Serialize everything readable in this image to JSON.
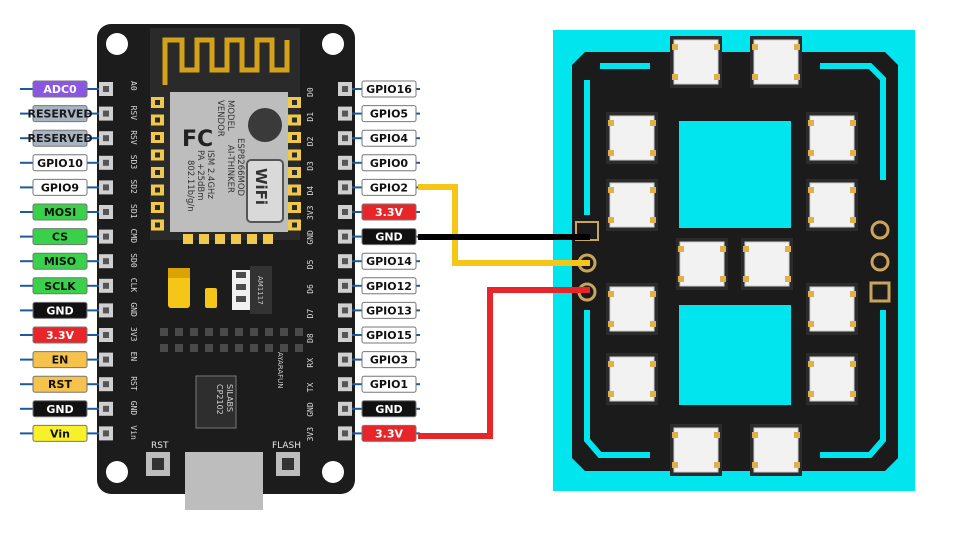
{
  "board": {
    "left_pins": [
      {
        "label": "ADC0",
        "silk": "A0",
        "bg": "#8a56e2",
        "fg": "#ffffff"
      },
      {
        "label": "RESERVED",
        "silk": "RSV",
        "bg": "#a9b4c2",
        "fg": "#1a1a1a"
      },
      {
        "label": "RESERVED",
        "silk": "RSV",
        "bg": "#a9b4c2",
        "fg": "#1a1a1a"
      },
      {
        "label": "GPIO10",
        "silk": "SD3",
        "bg": "#ffffff",
        "fg": "#111111"
      },
      {
        "label": "GPIO9",
        "silk": "SD2",
        "bg": "#ffffff",
        "fg": "#111111"
      },
      {
        "label": "MOSI",
        "silk": "SD1",
        "bg": "#39d14a",
        "fg": "#111111"
      },
      {
        "label": "CS",
        "silk": "CMD",
        "bg": "#39d14a",
        "fg": "#111111"
      },
      {
        "label": "MISO",
        "silk": "SD0",
        "bg": "#39d14a",
        "fg": "#111111"
      },
      {
        "label": "SCLK",
        "silk": "CLK",
        "bg": "#39d14a",
        "fg": "#111111"
      },
      {
        "label": "GND",
        "silk": "GND",
        "bg": "#111111",
        "fg": "#ffffff"
      },
      {
        "label": "3.3V",
        "silk": "3V3",
        "bg": "#e8262a",
        "fg": "#ffffff"
      },
      {
        "label": "EN",
        "silk": "EN",
        "bg": "#f5c24b",
        "fg": "#111111"
      },
      {
        "label": "RST",
        "silk": "RST",
        "bg": "#f5c24b",
        "fg": "#111111"
      },
      {
        "label": "GND",
        "silk": "GND",
        "bg": "#111111",
        "fg": "#ffffff"
      },
      {
        "label": "Vin",
        "silk": "Vin",
        "bg": "#f7f02a",
        "fg": "#111111"
      }
    ],
    "right_pins": [
      {
        "label": "GPIO16",
        "silk": "D0",
        "bg": "#ffffff",
        "fg": "#111111"
      },
      {
        "label": "GPIO5",
        "silk": "D1",
        "bg": "#ffffff",
        "fg": "#111111"
      },
      {
        "label": "GPIO4",
        "silk": "D2",
        "bg": "#ffffff",
        "fg": "#111111"
      },
      {
        "label": "GPIO0",
        "silk": "D3",
        "bg": "#ffffff",
        "fg": "#111111"
      },
      {
        "label": "GPIO2",
        "silk": "D4",
        "bg": "#ffffff",
        "fg": "#111111"
      },
      {
        "label": "3.3V",
        "silk": "3V3",
        "bg": "#e8262a",
        "fg": "#ffffff"
      },
      {
        "label": "GND",
        "silk": "GND",
        "bg": "#111111",
        "fg": "#ffffff"
      },
      {
        "label": "GPIO14",
        "silk": "D5",
        "bg": "#ffffff",
        "fg": "#111111"
      },
      {
        "label": "GPIO12",
        "silk": "D6",
        "bg": "#ffffff",
        "fg": "#111111"
      },
      {
        "label": "GPIO13",
        "silk": "D7",
        "bg": "#ffffff",
        "fg": "#111111"
      },
      {
        "label": "GPIO15",
        "silk": "D8",
        "bg": "#ffffff",
        "fg": "#111111"
      },
      {
        "label": "GPIO3",
        "silk": "RX",
        "bg": "#ffffff",
        "fg": "#111111"
      },
      {
        "label": "GPIO1",
        "silk": "TX",
        "bg": "#ffffff",
        "fg": "#111111"
      },
      {
        "label": "GND",
        "silk": "GND",
        "bg": "#111111",
        "fg": "#ffffff"
      },
      {
        "label": "3.3V",
        "silk": "3V3",
        "bg": "#e8262a",
        "fg": "#ffffff"
      }
    ],
    "module": {
      "line1": "MODEL",
      "line2": "VENDOR",
      "line3": "ESP8266MOD",
      "line4": "AI-THINKER",
      "line5": "ISM 2.4GHz",
      "line6": "PA +25dBm",
      "line7": "802.11b/g/n",
      "fc": "FC",
      "wifi": "WiFi"
    },
    "regulator": "AM1117",
    "usb_chip": {
      "line1": "SILABS",
      "line2": "CP2102"
    },
    "brand": "AYARAFUN",
    "rst_button": "RST",
    "flash_button": "FLASH"
  },
  "wires": {
    "signal_color": "#f5c518",
    "gnd_color": "#000000",
    "power_color": "#e8262a"
  },
  "display": {
    "background": "#00e5ee",
    "pcb": "#1b1b1b",
    "led": "#f2f2f2"
  }
}
